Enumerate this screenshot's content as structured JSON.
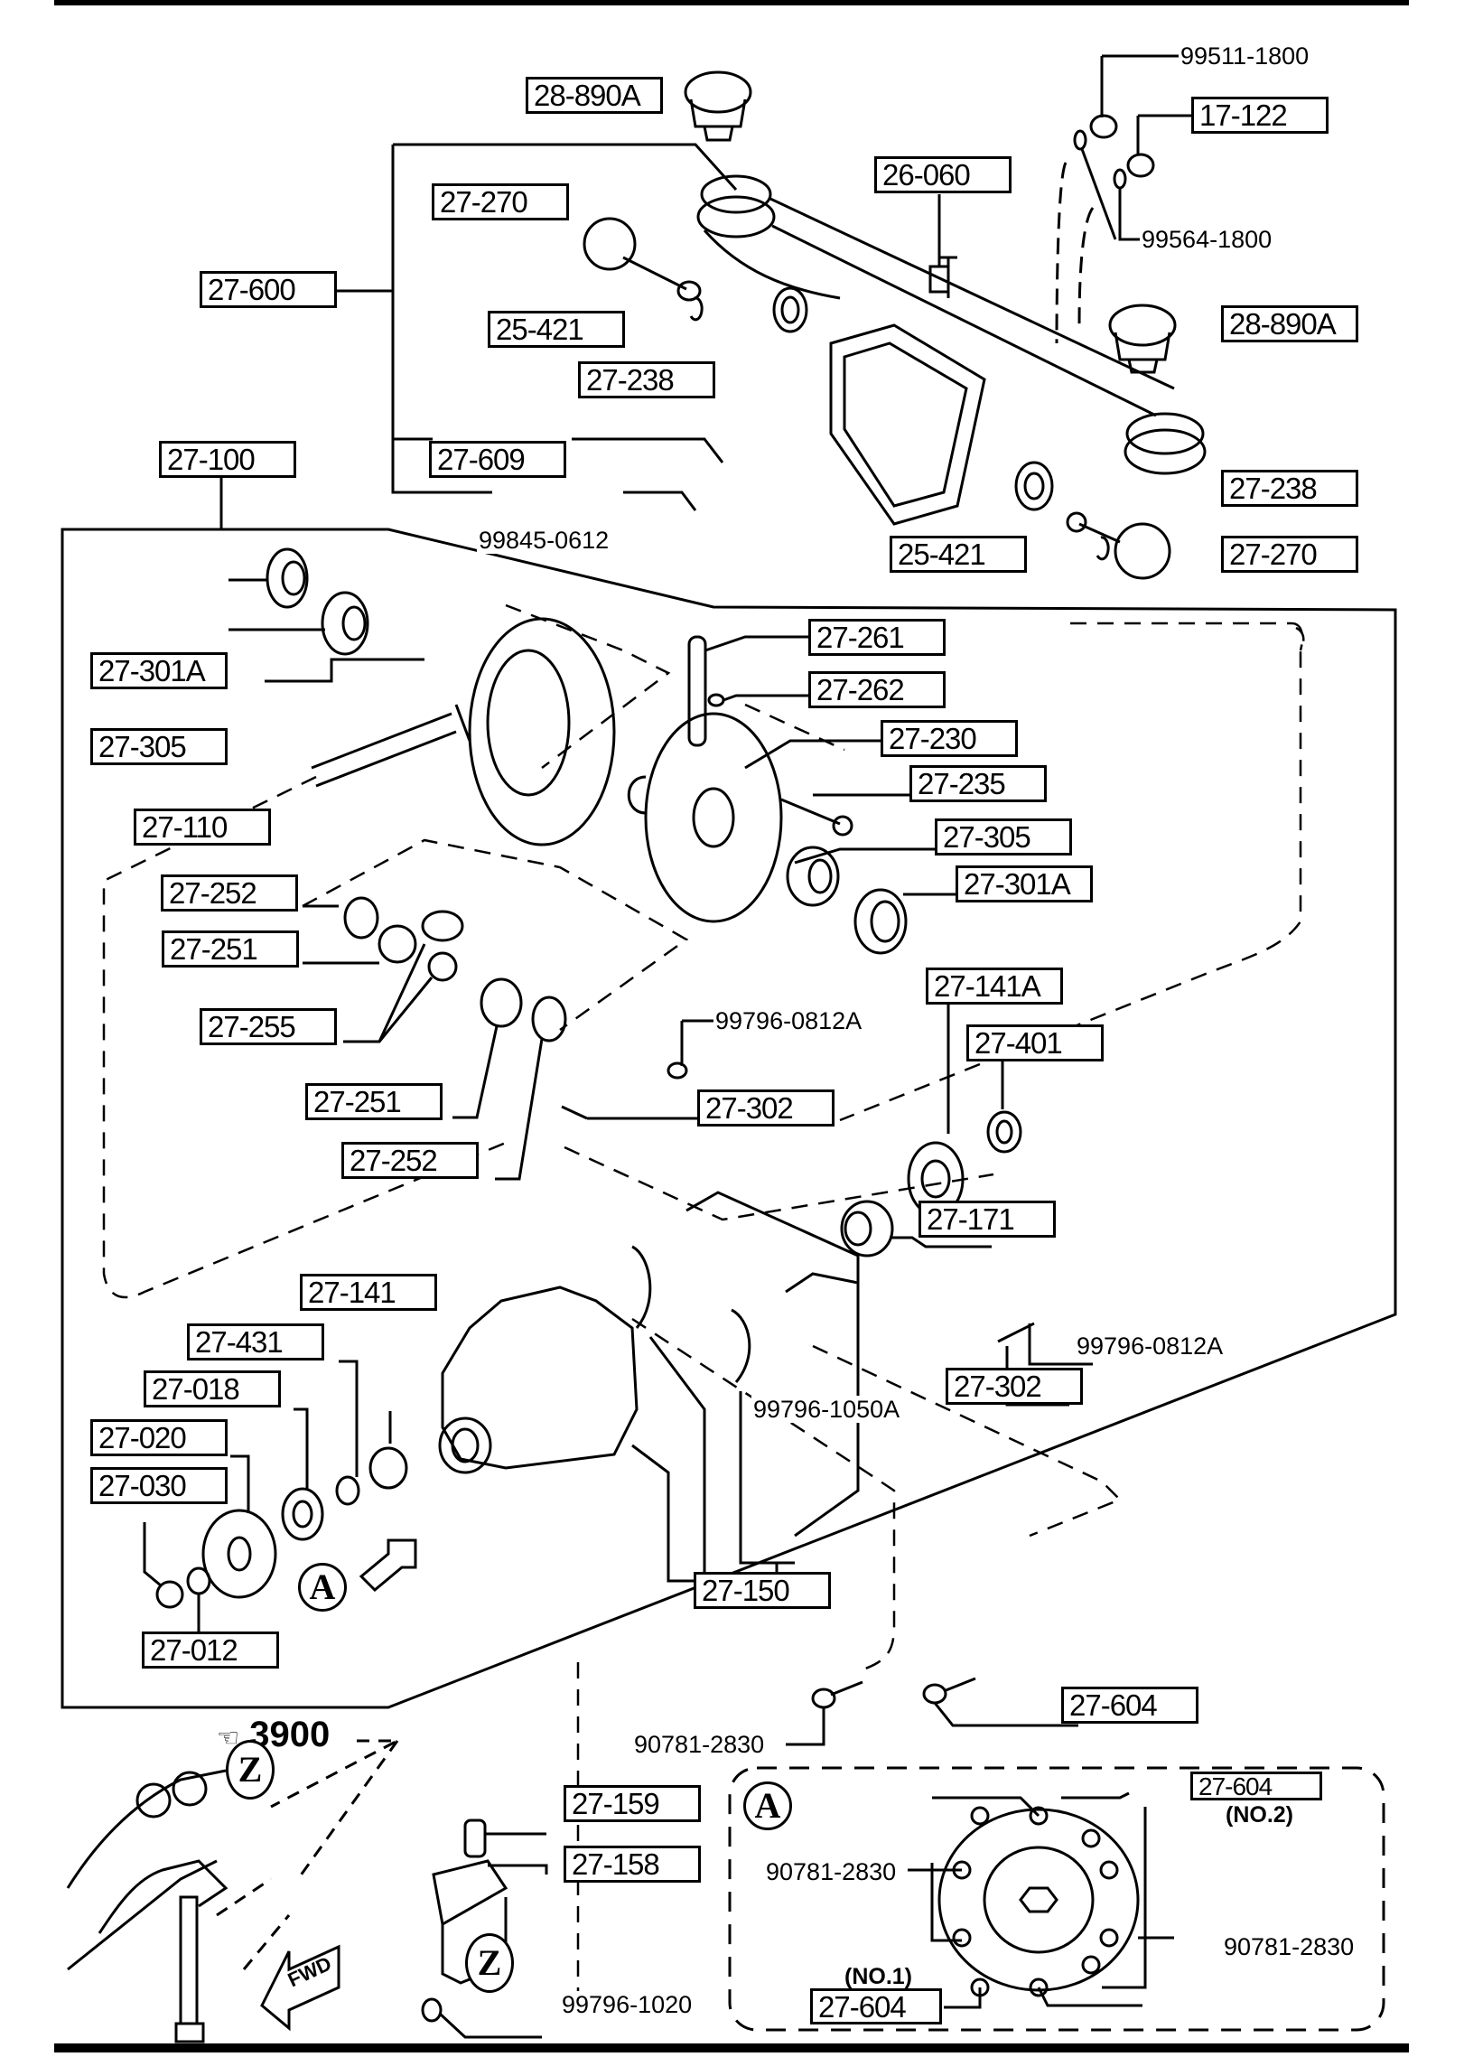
{
  "diagram": {
    "type": "exploded parts diagram",
    "subject": "Rear differential assembly"
  },
  "callouts": {
    "c_28_890A_top": "28-890A",
    "c_99511_1800": "99511-1800",
    "c_17_122": "17-122",
    "c_99564_1800": "99564-1800",
    "c_26_060": "26-060",
    "c_27_270_top": "27-270",
    "c_27_600": "27-600",
    "c_25_421_top": "25-421",
    "c_28_890A_right": "28-890A",
    "c_27_238_top": "27-238",
    "c_27_100": "27-100",
    "c_27_609": "27-609",
    "c_99845_0612": "99845-0612",
    "c_27_238_right": "27-238",
    "c_25_421_right": "25-421",
    "c_27_270_right": "27-270",
    "c_27_301A_left": "27-301A",
    "c_27_305_left": "27-305",
    "c_27_110": "27-110",
    "c_27_261": "27-261",
    "c_27_262": "27-262",
    "c_27_230": "27-230",
    "c_27_235": "27-235",
    "c_27_305_right": "27-305",
    "c_27_301A_right": "27-301A",
    "c_27_252_top": "27-252",
    "c_27_251_top": "27-251",
    "c_27_255": "27-255",
    "c_99796_0812A_top": "99796-0812A",
    "c_27_141A": "27-141A",
    "c_27_401": "27-401",
    "c_27_251_bottom": "27-251",
    "c_27_302_top": "27-302",
    "c_27_252_bottom": "27-252",
    "c_27_171": "27-171",
    "c_27_141": "27-141",
    "c_99796_0812A_bottom": "99796-0812A",
    "c_27_431": "27-431",
    "c_27_302_bottom": "27-302",
    "c_27_018": "27-018",
    "c_99796_1050A": "99796-1050A",
    "c_27_020": "27-020",
    "c_27_030": "27-030",
    "c_27_150": "27-150",
    "c_27_012": "27-012",
    "c_27_604": "27-604",
    "c_90781_2830": "90781-2830",
    "c_27_159": "27-159",
    "c_27_158": "27-158",
    "c_99796_1020": "99796-1020"
  },
  "reference": {
    "page_ref": "3900",
    "marker_z": "Z",
    "marker_a": "A",
    "fwd_label": "FWD"
  },
  "inset_a": {
    "marker": "A",
    "c_27_604_no2": "27-604",
    "note_no2": "(NO.2)",
    "c_90781_2830_left": "90781-2830",
    "c_90781_2830_right": "90781-2830",
    "note_no1": "(NO.1)",
    "c_27_604_no1": "27-604"
  }
}
